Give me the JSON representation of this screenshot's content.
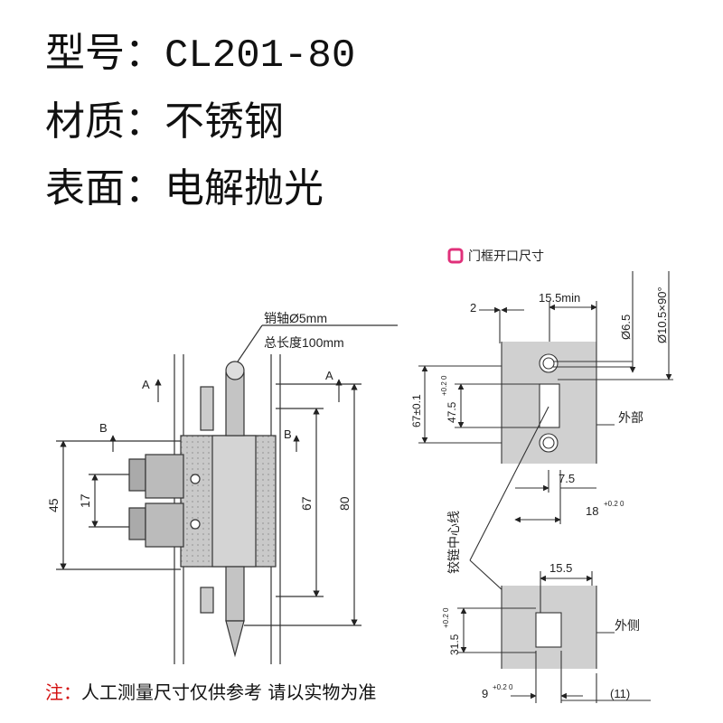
{
  "specs": {
    "model_label": "型号：",
    "model_value": "CL201-80",
    "material_label": "材质：",
    "material_value": "不锈钢",
    "surface_label": "表面：",
    "surface_value": "电解抛光"
  },
  "left_drawing": {
    "pin_callout": "销轴Ø5mm",
    "length_callout": "总长度100mm",
    "label_a_left": "A",
    "label_a_right": "A",
    "label_b_left": "B",
    "label_b_right": "B",
    "dim_45": "45",
    "dim_17": "17",
    "dim_67": "67",
    "dim_80": "80"
  },
  "right_drawing": {
    "legend_marker_color": "#e0307a",
    "legend_title": "门框开口尺寸",
    "dim_2": "2",
    "dim_15_5_min": "15.5min",
    "dim_phi_6_5": "Ø6.5",
    "dim_phi_10_5": "Ø10.5×90°",
    "dim_67_tol": "67±0.1",
    "dim_47_5": "47.5",
    "tol_47_5": "+0.2 0",
    "label_outside": "外部",
    "dim_7_5": "7.5",
    "dim_18": "18",
    "tol_18": "+0.2 0",
    "hinge_centerline": "铰链中心线",
    "dim_15_5": "15.5",
    "dim_31_5": "31.5",
    "tol_31_5": "+0.2 0",
    "label_outer_side": "外侧",
    "dim_9": "9",
    "tol_9": "+0.2 0",
    "dim_11": "(11)"
  },
  "note": {
    "label": "注：",
    "text": "人工测量尺寸仅供参考 请以实物为准"
  }
}
